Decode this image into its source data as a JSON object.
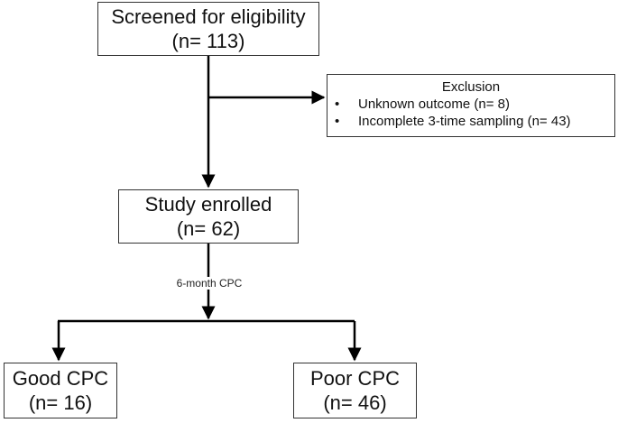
{
  "nodes": {
    "screened": {
      "line1": "Screened for eligibility",
      "line2": "(n= 113)"
    },
    "exclusion": {
      "title": "Exclusion",
      "items": [
        {
          "bullet": "•",
          "text": "Unknown outcome (n= 8)"
        },
        {
          "bullet": "•",
          "text": "Incomplete 3-time sampling (n= 43)"
        }
      ]
    },
    "enrolled": {
      "line1": "Study enrolled",
      "line2": "(n= 62)"
    },
    "good": {
      "line1": "Good CPC",
      "line2": "(n= 16)"
    },
    "poor": {
      "line1": "Poor CPC",
      "line2": "(n= 46)"
    }
  },
  "edges": {
    "split_label": "6-month CPC"
  },
  "colors": {
    "line": "#000000",
    "border": "#333333",
    "text": "#111111"
  }
}
